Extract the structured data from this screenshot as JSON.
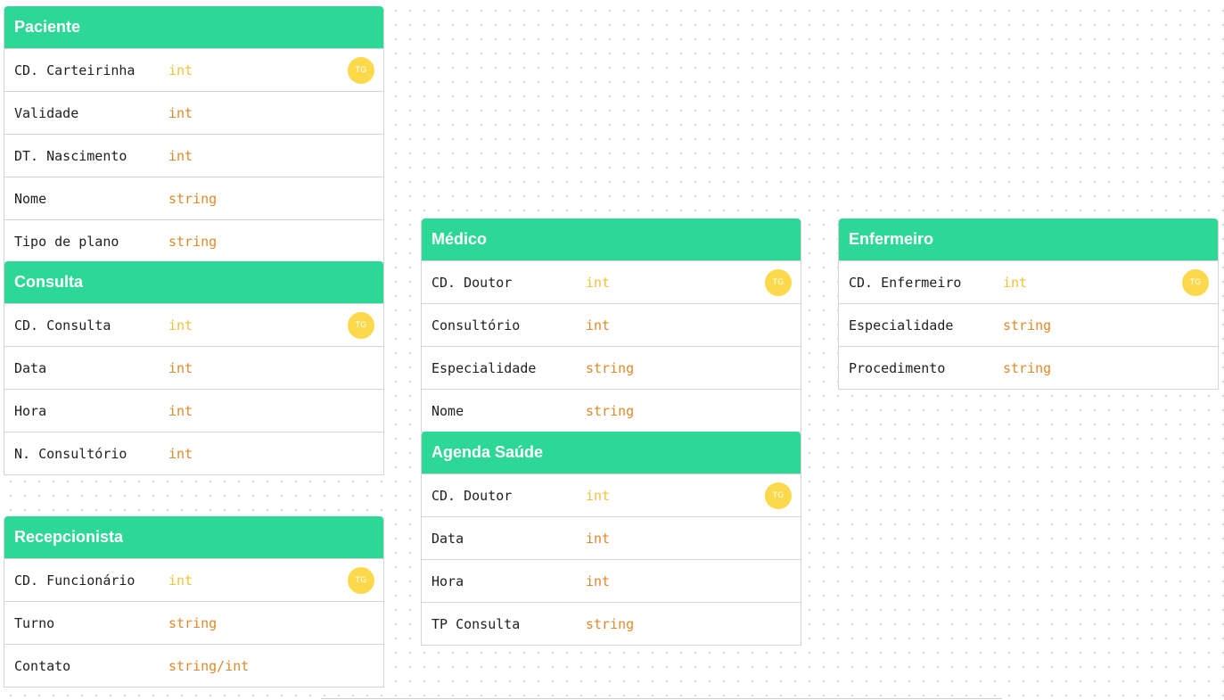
{
  "tables": {
    "paciente": {
      "title": "Paciente",
      "rows": [
        {
          "name": "CD. Carteirinha",
          "type": "int",
          "badge": "TG"
        },
        {
          "name": "Validade",
          "type": "int"
        },
        {
          "name": "DT. Nascimento",
          "type": "int"
        },
        {
          "name": "Nome",
          "type": "string"
        },
        {
          "name": "Tipo de plano",
          "type": "string"
        }
      ]
    },
    "consulta": {
      "title": "Consulta",
      "rows": [
        {
          "name": "CD. Consulta",
          "type": "int",
          "badge": "TG"
        },
        {
          "name": "Data",
          "type": "int"
        },
        {
          "name": "Hora",
          "type": "int"
        },
        {
          "name": "N. Consultório",
          "type": "int"
        }
      ]
    },
    "recepcionista": {
      "title": "Recepcionista",
      "rows": [
        {
          "name": "CD. Funcionário",
          "type": "int",
          "badge": "TG"
        },
        {
          "name": "Turno",
          "type": "string"
        },
        {
          "name": "Contato",
          "type": "string/int"
        }
      ]
    },
    "medico": {
      "title": "Médico",
      "rows": [
        {
          "name": "CD. Doutor",
          "type": "int",
          "badge": "TG"
        },
        {
          "name": "Consultório",
          "type": "int"
        },
        {
          "name": "Especialidade",
          "type": "string"
        },
        {
          "name": "Nome",
          "type": "string"
        }
      ]
    },
    "agenda_saude": {
      "title": "Agenda Saúde",
      "rows": [
        {
          "name": "CD. Doutor",
          "type": "int",
          "badge": "TG"
        },
        {
          "name": "Data",
          "type": "int"
        },
        {
          "name": "Hora",
          "type": "int"
        },
        {
          "name": "TP Consulta",
          "type": "string"
        }
      ]
    },
    "enfermeiro": {
      "title": "Enfermeiro",
      "rows": [
        {
          "name": "CD. Enfermeiro",
          "type": "int",
          "badge": "TG"
        },
        {
          "name": "Especialidade",
          "type": "string"
        },
        {
          "name": "Procedimento",
          "type": "string"
        }
      ]
    }
  },
  "colors": {
    "header_bg": "#2dd896",
    "type_color": "#e0892a",
    "key_type_color": "#f2c23a",
    "badge_bg": "#fcd94a"
  }
}
